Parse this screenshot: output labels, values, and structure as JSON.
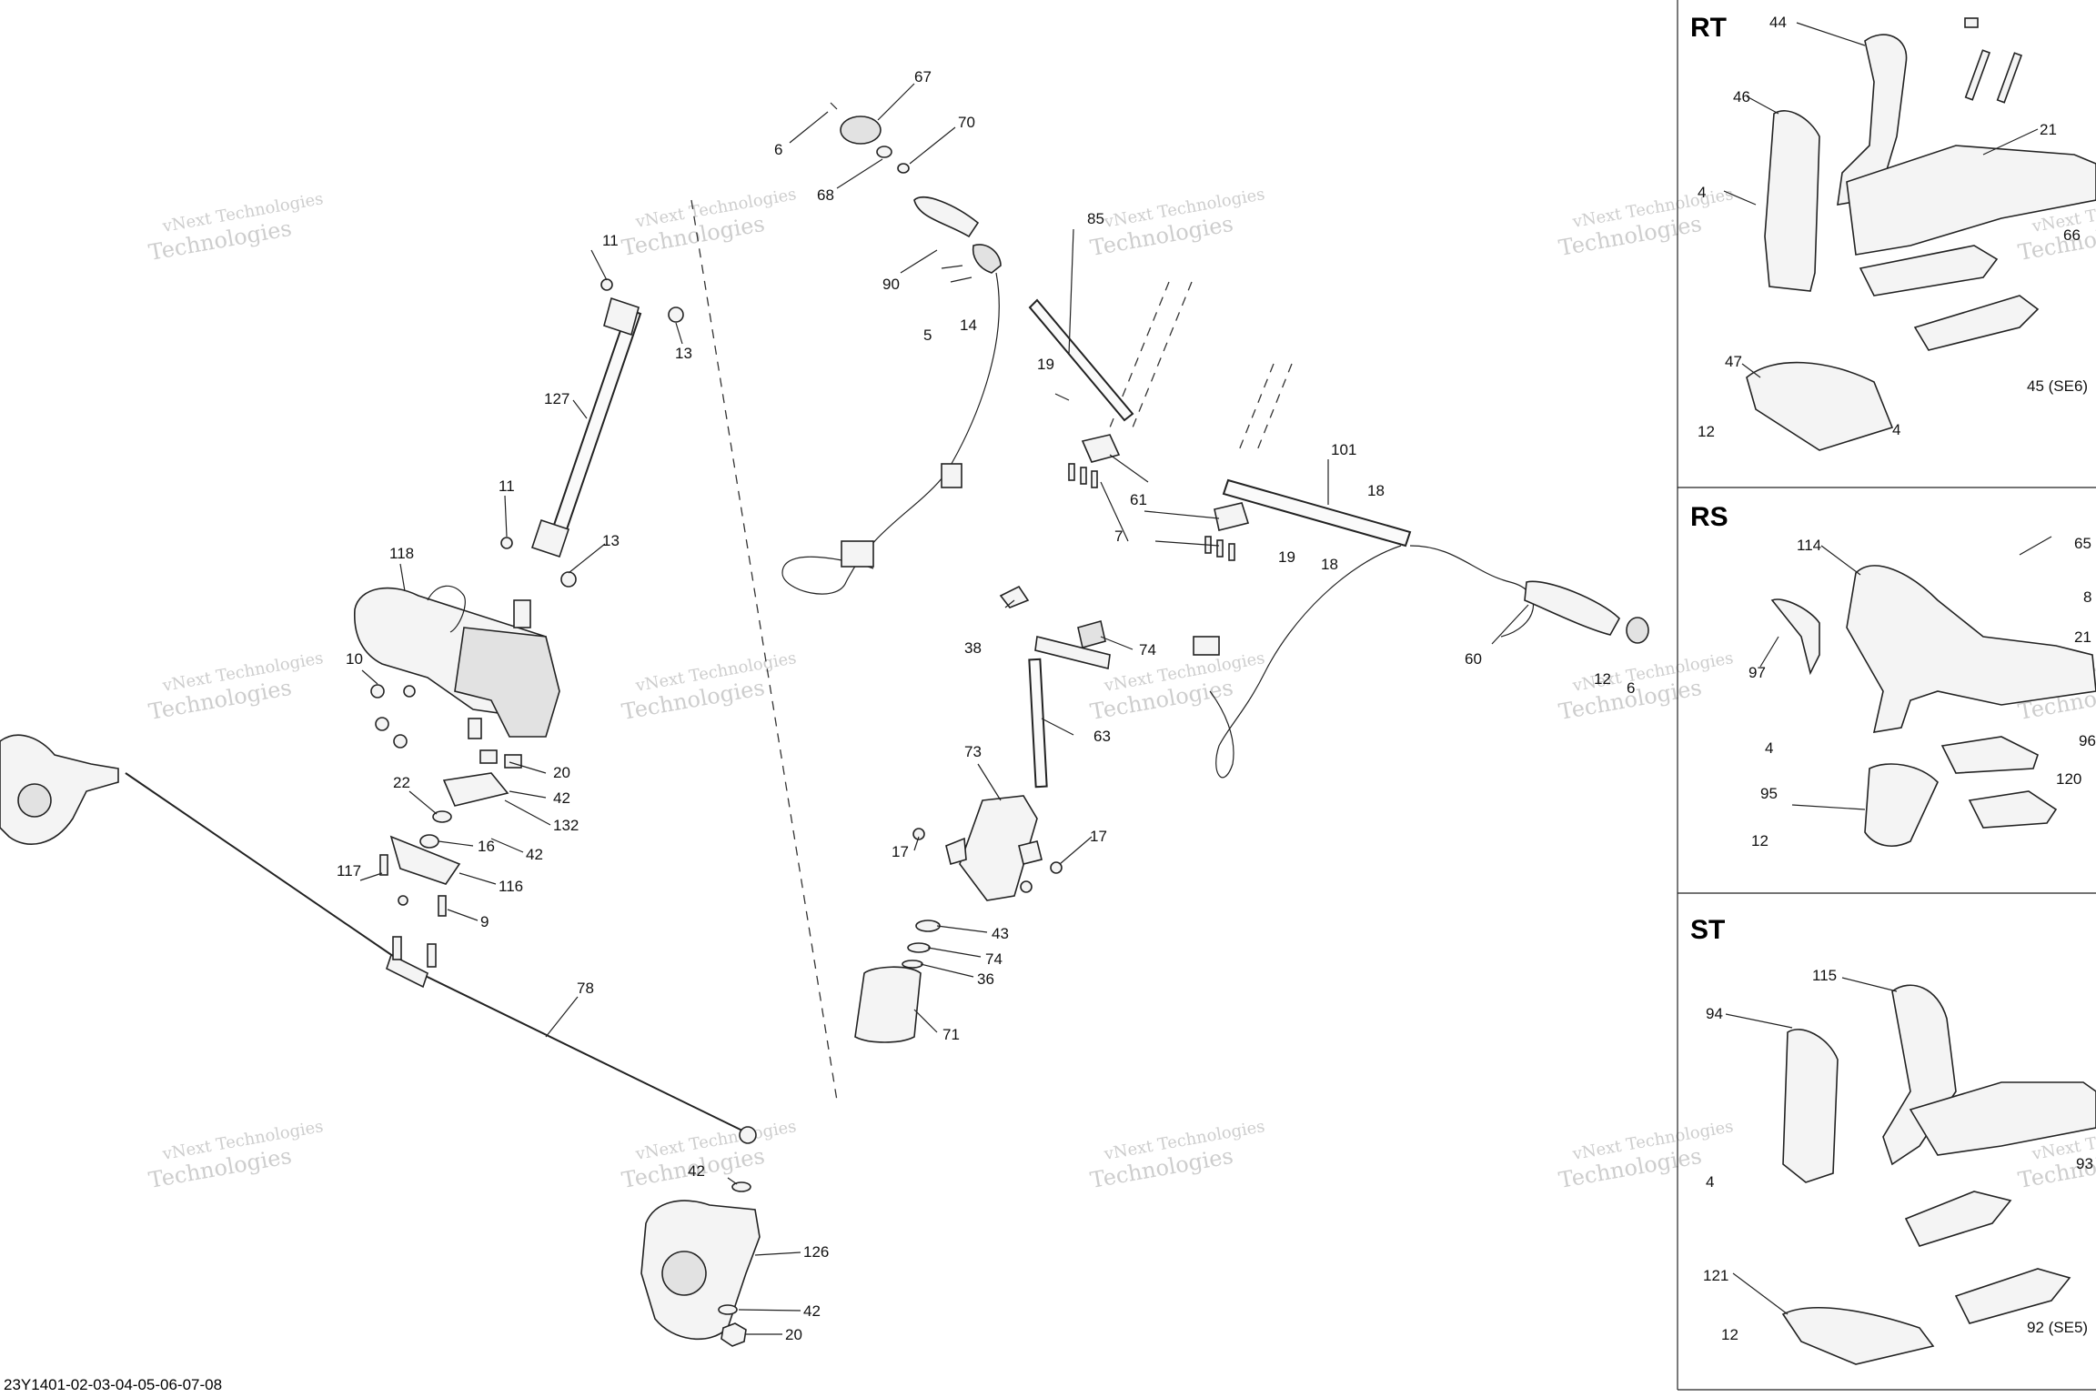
{
  "diagram_code": "23Y1401-02-03-04-05-06-07-08",
  "watermark": {
    "line1": "vNext Technologies",
    "line2": "Technologies"
  },
  "panels": [
    {
      "title": "RT"
    },
    {
      "title": "RS"
    },
    {
      "title": "ST"
    }
  ],
  "callouts": {
    "c67": "67",
    "c70": "70",
    "c6a": "6",
    "c68": "68",
    "c90": "90",
    "c5": "5",
    "c14": "14",
    "c85": "85",
    "c19a": "19",
    "c61": "61",
    "c7": "7",
    "c101": "101",
    "c18a": "18",
    "c19b": "19",
    "c18b": "18",
    "c60": "60",
    "c12a": "12",
    "c6b": "6",
    "c38": "38",
    "c74a": "74",
    "c63": "63",
    "c73": "73",
    "c17a": "17",
    "c17b": "17",
    "c43": "43",
    "c74b": "74",
    "c36": "36",
    "c71": "71",
    "c11a": "11",
    "c13a": "13",
    "c127": "127",
    "c11b": "11",
    "c13b": "13",
    "c118": "118",
    "c10": "10",
    "c20a": "20",
    "c42a": "42",
    "c22": "22",
    "c132": "132",
    "c16": "16",
    "c42b": "42",
    "c117": "117",
    "c116": "116",
    "c9": "9",
    "c78": "78",
    "c42c": "42",
    "c126": "126",
    "c42d": "42",
    "c20b": "20",
    "rt44": "44",
    "rt46": "46",
    "rt21": "21",
    "rt4a": "4",
    "rt66": "66",
    "rt47": "47",
    "rt12": "12",
    "rt4b": "4",
    "rt45": "45 (SE6)",
    "rs114": "114",
    "rs65": "65",
    "rs8": "8",
    "rs21": "21",
    "rs97": "97",
    "rs4": "4",
    "rs96": "96",
    "rs95": "95",
    "rs120": "120",
    "rs12": "12",
    "st115": "115",
    "st94": "94",
    "st4": "4",
    "st93": "93",
    "st121": "121",
    "st12": "12",
    "st92": "92 (SE5)"
  }
}
